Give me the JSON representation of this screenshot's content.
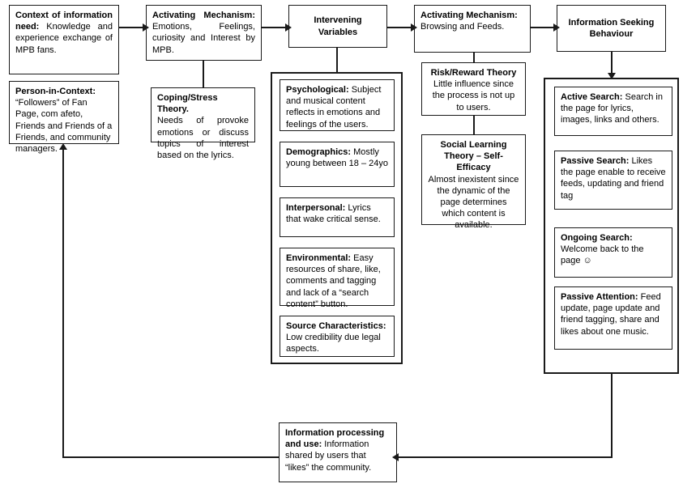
{
  "diagram": {
    "title": "Information Seeking Behaviour conceptual model",
    "line_color": "#1a1a1a",
    "background": "#ffffff"
  },
  "nodes": {
    "context_of_information_need": {
      "label": "Context of information need:",
      "body": "Knowledge and experience exchange of MPB fans."
    },
    "person_in_context": {
      "label": "Person-in-Context:",
      "body": "“Followers” of Fan Page, com afeto, Friends and Friends of a Friends, and community managers."
    },
    "activating_mechanism_1": {
      "label": "Activating Mechanism:",
      "body": "Emotions, Feelings, curiosity and Interest by MPB."
    },
    "coping_stress_theory": {
      "label": "Coping/Stress Theory.",
      "body": "Needs of provoke emotions or discuss topics of interest based on the lyrics."
    },
    "intervening_variables": {
      "label": "Intervening Variables"
    },
    "psychological": {
      "label": "Psychological:",
      "body": "Subject and musical content reflects in emotions and feelings of the users."
    },
    "demographics": {
      "label": "Demographics:",
      "body": "Mostly young between 18 – 24yo"
    },
    "interpersonal": {
      "label": "Interpersonal:",
      "body": "Lyrics that wake critical sense."
    },
    "environmental": {
      "label": "Environmental:",
      "body": "Easy resources of share, like, comments and tagging and lack of a “search content” button."
    },
    "source_characteristics": {
      "label": "Source Characteristics:",
      "body": "Low credibility due legal aspects."
    },
    "activating_mechanism_2": {
      "label": "Activating Mechanism:",
      "body": "Browsing and Feeds."
    },
    "risk_reward_theory": {
      "label": "Risk/Reward Theory",
      "body": "Little influence since the process is not up to users."
    },
    "social_learning_theory": {
      "label": "Social Learning Theory – Self-Efficacy",
      "body": "Almost inexistent since the dynamic of the page determines which content is available."
    },
    "information_seeking_behaviour": {
      "label": "Information Seeking Behaviour"
    },
    "active_search": {
      "label": "Active Search:",
      "body": "Search in the page for lyrics, images, links and others."
    },
    "passive_search": {
      "label": "Passive Search:",
      "body": "Likes the page enable to receive feeds, updating and friend tag"
    },
    "ongoing_search": {
      "label": "Ongoing Search:",
      "body": "Welcome back to the page",
      "emoji": "☺"
    },
    "passive_attention": {
      "label": "Passive Attention:",
      "body": "Feed update, page update and friend tagging, share and likes about one music."
    },
    "information_processing_and_use": {
      "label": "Information processing and use:",
      "body": "Information shared by users that “likes” the community."
    }
  }
}
